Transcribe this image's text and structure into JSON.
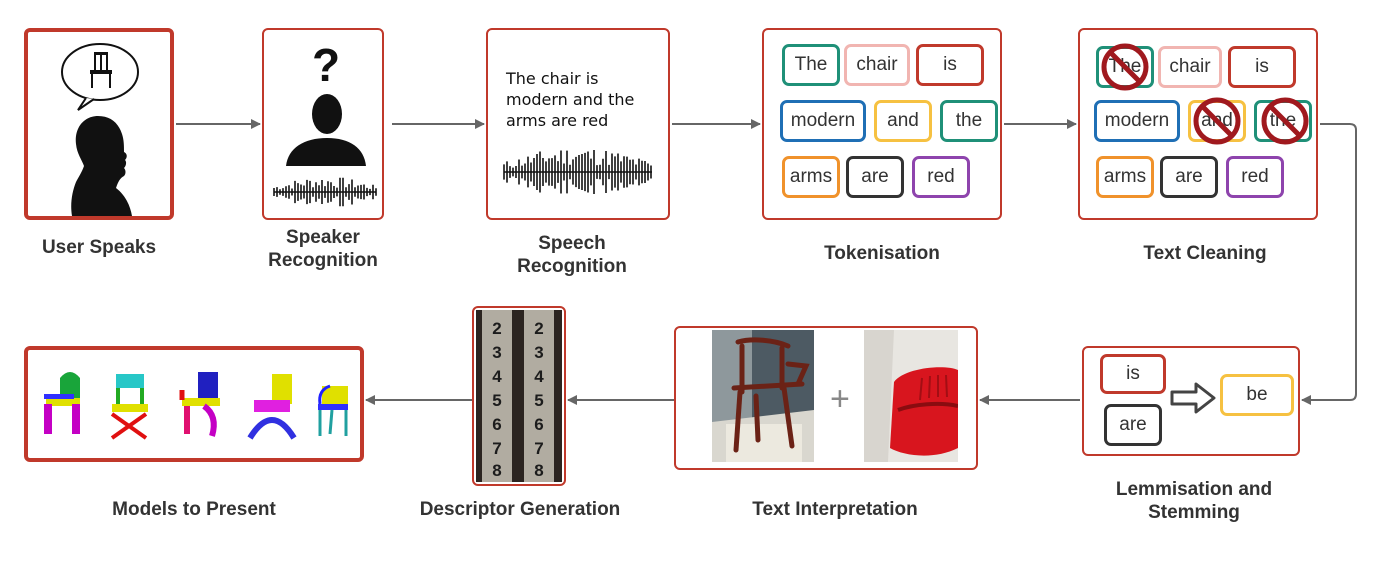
{
  "colors": {
    "box_border": "#c0392b",
    "arrow": "#666666",
    "token_teal": "#1f9078",
    "token_pink": "#f1b5b1",
    "token_red": "#c0392b",
    "token_blue": "#1f6fb5",
    "token_yellow": "#f6c141",
    "token_orange": "#f0922b",
    "token_dark": "#333333",
    "token_purple": "#8e44ad"
  },
  "stages": {
    "user_speaks": "User Speaks",
    "speaker_recognition": "Speaker\nRecognition",
    "speech_recognition": "Speech\nRecognition",
    "tokenisation": "Tokenisation",
    "text_cleaning": "Text Cleaning",
    "lemmisation": "Lemmisation and\nStemming",
    "text_interpretation": "Text Interpretation",
    "descriptor_generation": "Descriptor Generation",
    "models_to_present": "Models to Present"
  },
  "speech_text": "The chair is\nmodern and the\narms are red",
  "question_mark": "?",
  "plus_sign": "+",
  "tokens": [
    "The",
    "chair",
    "is",
    "modern",
    "and",
    "the",
    "arms",
    "are",
    "red"
  ],
  "cleaned_tokens": [
    "The",
    "chair",
    "is",
    "modern",
    "and",
    "the",
    "arms",
    "are",
    "red"
  ],
  "removed_tokens": [
    "The",
    "and",
    "the"
  ],
  "lemma": {
    "inputs": [
      "is",
      "are"
    ],
    "output": "be"
  },
  "icons": {
    "speech_bubble": "speech-bubble-with-chair-icon",
    "speaker": "person-silhouette-icon",
    "waveform": "audio-waveform-icon",
    "prohibited": "prohibited-sign-icon",
    "dial": "number-dial-icon"
  }
}
